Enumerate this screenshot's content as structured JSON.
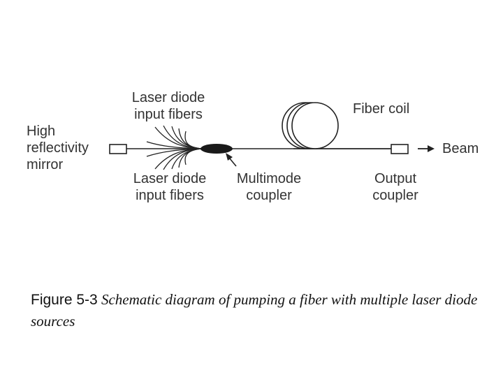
{
  "labels": {
    "mirror": [
      "High",
      "reflectivity",
      "mirror"
    ],
    "ld_top": [
      "Laser diode",
      "input fibers"
    ],
    "ld_bottom": [
      "Laser diode",
      "input fibers"
    ],
    "coupler": [
      "Multimode",
      "coupler"
    ],
    "fiber_coil": "Fiber coil",
    "output": [
      "Output",
      "coupler"
    ],
    "beam": "Beam"
  },
  "caption": {
    "figure": "Figure 5-3",
    "text": " Schematic diagram of pumping a fiber with multiple laser diode sources"
  }
}
